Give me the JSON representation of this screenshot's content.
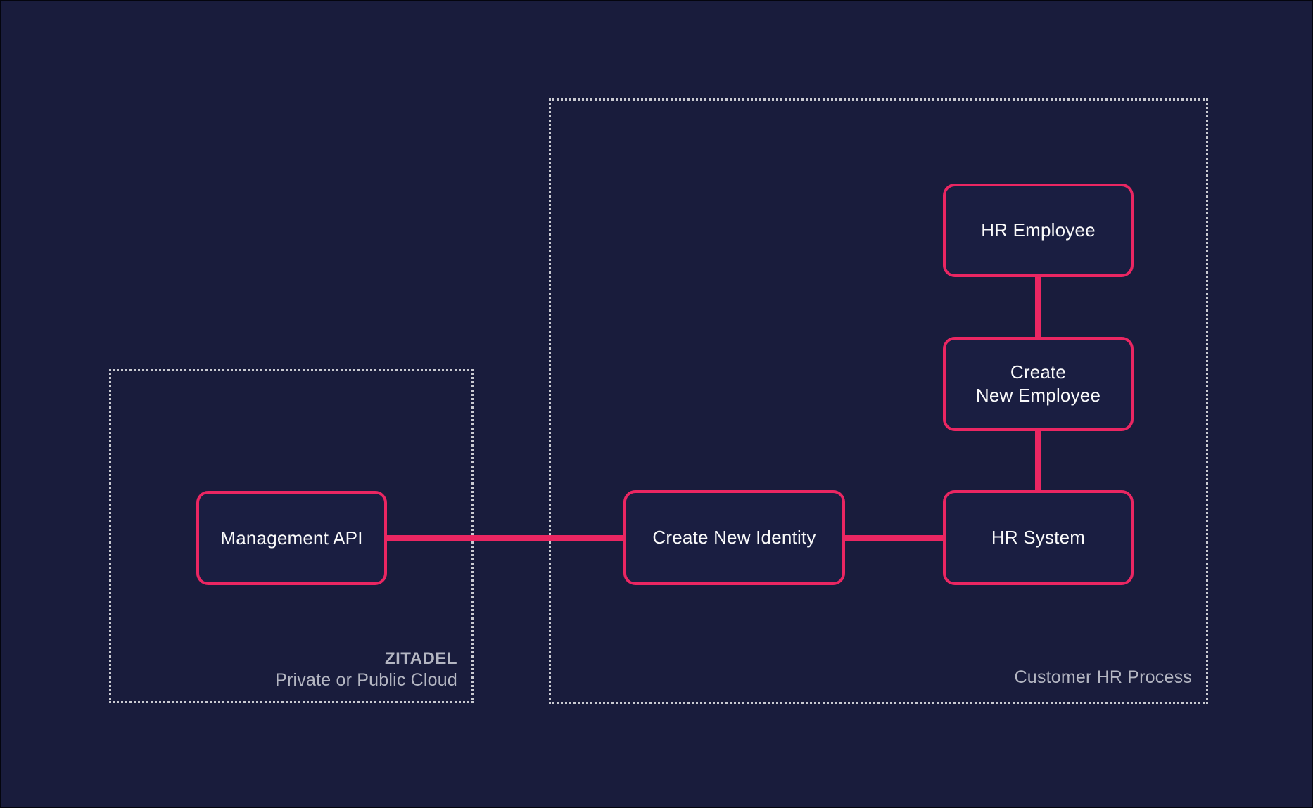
{
  "diagram": {
    "colors": {
      "background": "#191c3c",
      "accent_pink": "#ea2662",
      "node_fill": "#1a1e41",
      "node_text": "#fafafa",
      "container_border": "#c9cad1",
      "container_label": "#b4b6c2"
    },
    "containers": {
      "zitadel_cloud": {
        "title": "ZITADEL",
        "subtitle": "Private or Public Cloud"
      },
      "customer_hr": {
        "label": "Customer HR Process"
      }
    },
    "nodes": {
      "management_api": {
        "label": "Management API"
      },
      "hr_employee": {
        "label": "HR Employee"
      },
      "create_new_employee": {
        "line1": "Create",
        "line2": "New Employee"
      },
      "create_new_identity": {
        "label": "Create New Identity"
      },
      "hr_system": {
        "label": "HR System"
      }
    }
  }
}
